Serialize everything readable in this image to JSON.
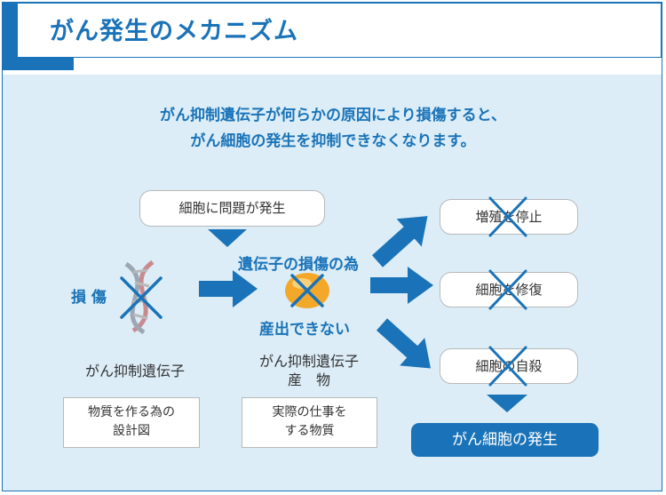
{
  "header": {
    "title": "がん発生のメカニズム"
  },
  "intro": {
    "line1": "がん抑制遺伝子が何らかの原因により損傷すると、",
    "line2": "がん細胞の発生を抑制できなくなります。"
  },
  "trigger_box": "細胞に問題が発生",
  "damage_label": "損 傷",
  "gene": {
    "label": "がん抑制遺伝子",
    "desc_line1": "物質を作る為の",
    "desc_line2": "設計図"
  },
  "product": {
    "label_line1": "がん抑制遺伝子",
    "label_line2": "産　物",
    "desc_line1": "実際の仕事を",
    "desc_line2": "する物質"
  },
  "middle": {
    "top": "遺伝子の損傷の為",
    "bottom": "産出できない"
  },
  "outcomes": [
    "増殖を停止",
    "細胞を修復",
    "細胞の自殺"
  ],
  "final": "がん細胞の発生",
  "colors": {
    "brand": "#1a73b8",
    "panel": "#dcedf7",
    "orange": "#f4a82a"
  }
}
